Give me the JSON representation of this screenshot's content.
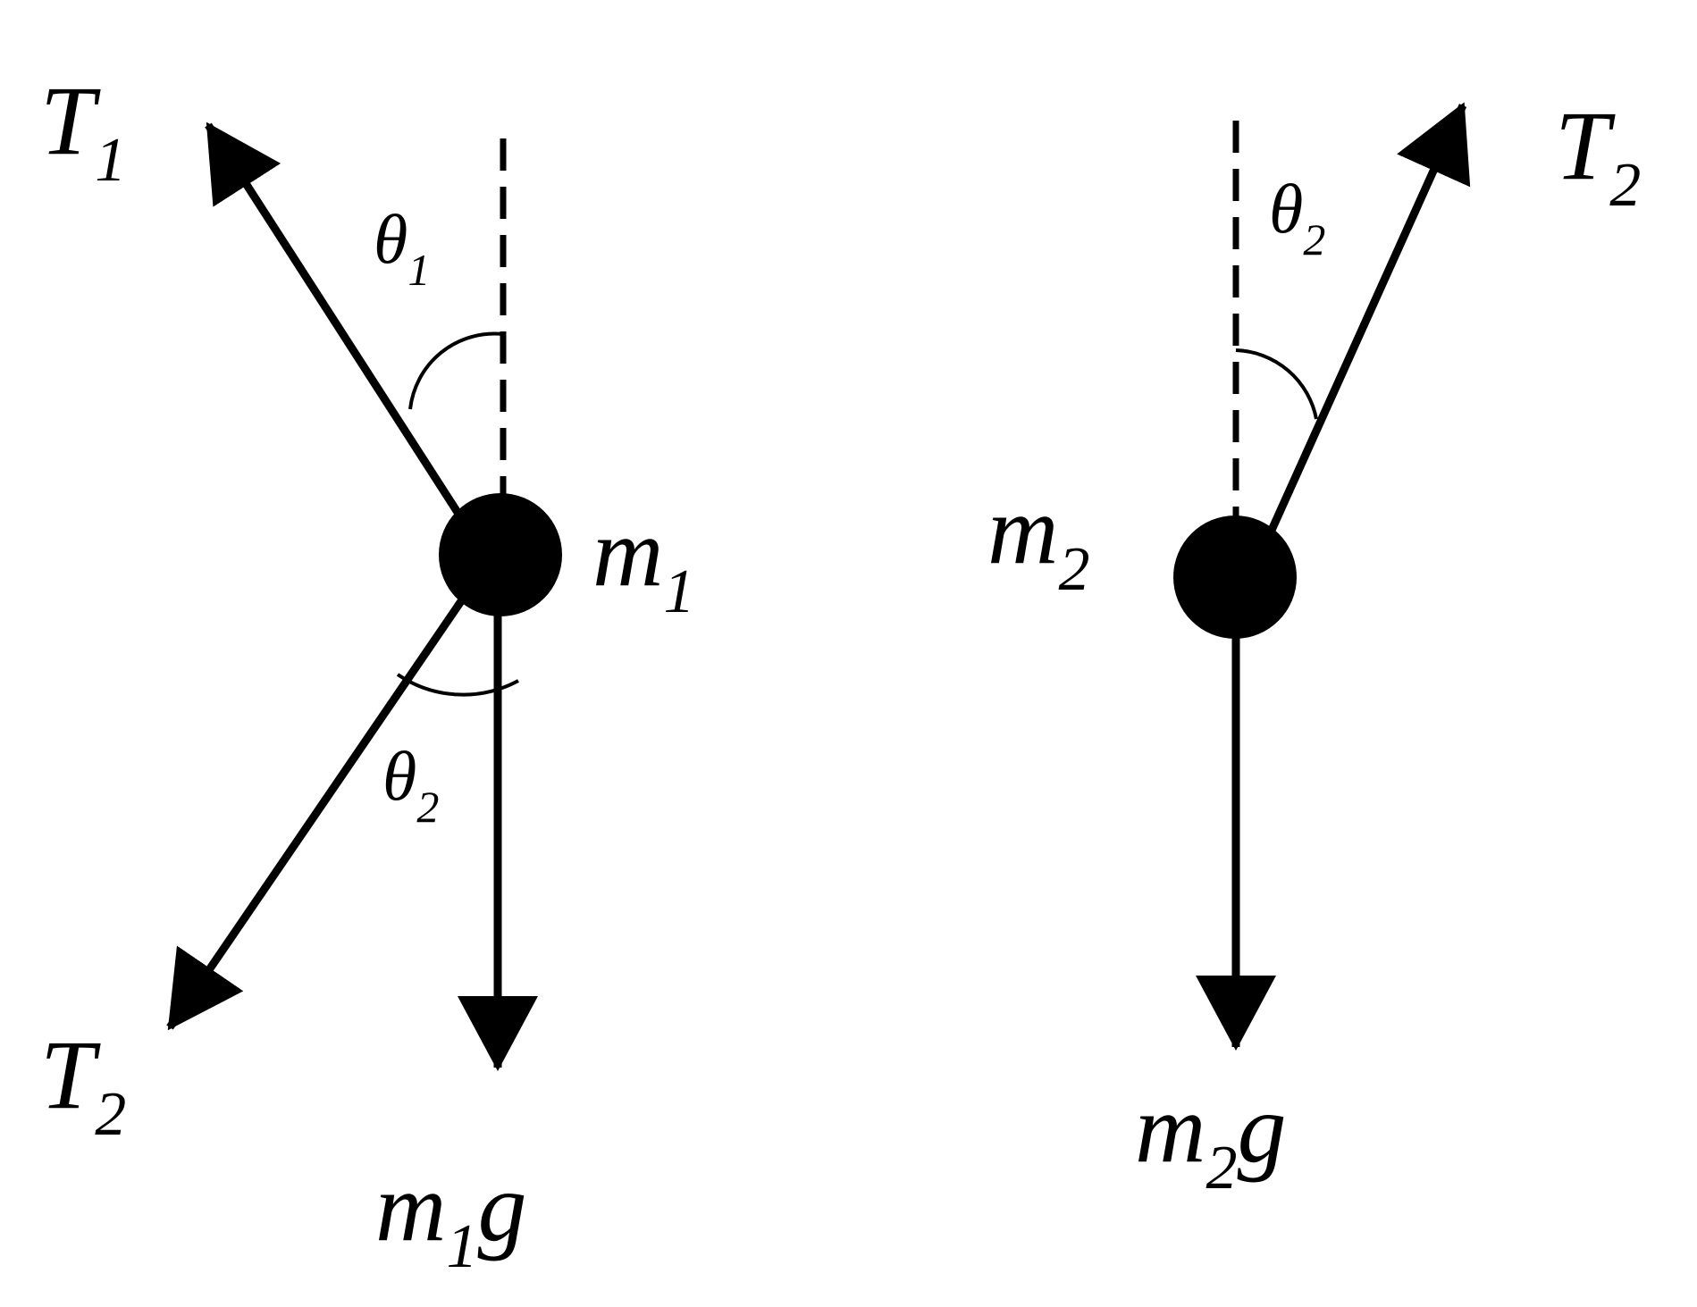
{
  "colors": {
    "ink": "#000000",
    "background": "#ffffff"
  },
  "diagram": {
    "body1": {
      "mass": {
        "symbol": "m",
        "subscript": "1"
      },
      "weight": {
        "symbol": "m",
        "subscript": "1",
        "suffix": "g"
      },
      "tension_up": {
        "symbol": "T",
        "subscript": "1"
      },
      "tension_down": {
        "symbol": "T",
        "subscript": "2"
      },
      "angle_up": {
        "symbol": "θ",
        "subscript": "1"
      },
      "angle_down": {
        "symbol": "θ",
        "subscript": "2"
      }
    },
    "body2": {
      "mass": {
        "symbol": "m",
        "subscript": "2"
      },
      "weight": {
        "symbol": "m",
        "subscript": "2",
        "suffix": "g"
      },
      "tension_up": {
        "symbol": "T",
        "subscript": "2"
      },
      "angle_up": {
        "symbol": "θ",
        "subscript": "2"
      }
    }
  }
}
